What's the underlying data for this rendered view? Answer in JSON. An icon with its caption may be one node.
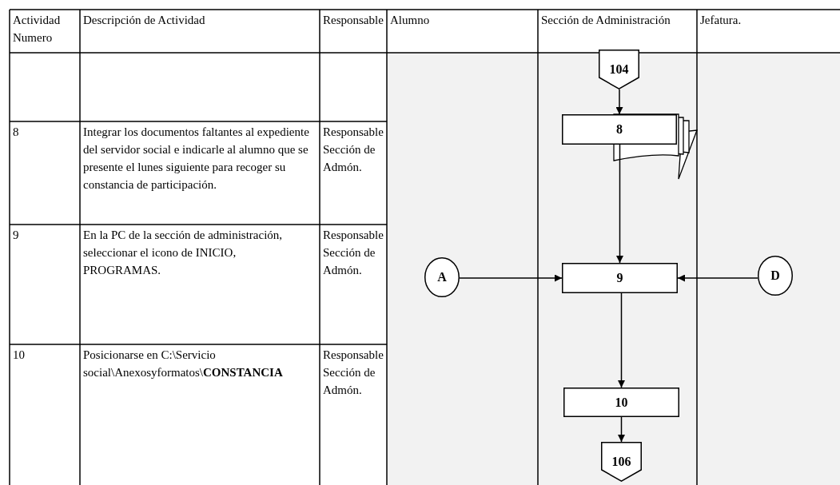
{
  "diagram": {
    "nodes": [
      {
        "text": [
          "104"
        ]
      },
      {
        "text": [
          "8"
        ]
      },
      {
        "text": [
          "A"
        ]
      },
      {
        "text": [
          "9"
        ]
      },
      {
        "text": [
          "D"
        ]
      },
      {
        "text": [
          "10"
        ]
      },
      {
        "text": [
          "106"
        ]
      }
    ],
    "edges": [
      {
        "from": 0,
        "to": 1,
        "arrow": "to"
      },
      {
        "from": 1,
        "to": 3,
        "arrow": "to"
      },
      {
        "from": 2,
        "to": 3,
        "arrow": "to"
      },
      {
        "from": 4,
        "to": 3,
        "arrow": "to"
      },
      {
        "from": 3,
        "to": 5,
        "arrow": "to"
      },
      {
        "from": 5,
        "to": 6,
        "arrow": "to"
      }
    ],
    "labels": [
      "Actividad Numero",
      "Descripción de Actividad",
      "Responsable",
      "Alumno",
      "Sección de Administración",
      "Jefatura.",
      "8",
      "Integrar los documentos faltantes al expediente del servidor social e indicarle al alumno que se presente el lunes siguiente para recoger su constancia de participación.",
      "Responsable Sección de Admón.",
      "9",
      "En la PC de la sección de administración, seleccionar el icono de INICIO, PROGRAMAS.",
      "Responsable Sección de Admón.",
      "10",
      "Posicionarse en C:\\Servicio social\\Anexosyformatos\\**CONSTANCIA**",
      "Responsable Sección de Admón."
    ]
  }
}
